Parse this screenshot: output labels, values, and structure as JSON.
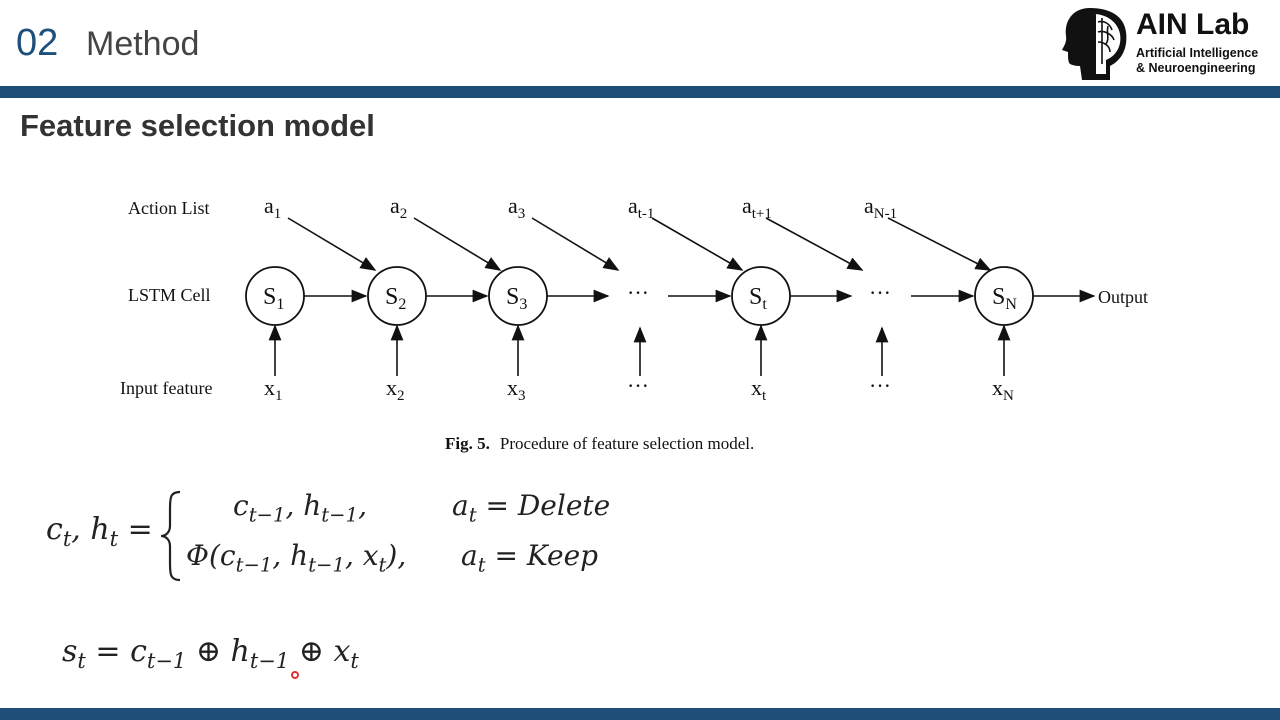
{
  "header": {
    "number": "02",
    "title": "Method"
  },
  "logo": {
    "name": "AIN Lab",
    "line1": "Artificial Intelligence",
    "line2": "& Neuroengineering",
    "icon": "brain-head-icon"
  },
  "subtitle": "Feature selection model",
  "diagram": {
    "row_labels": {
      "action": "Action List",
      "lstm": "LSTM Cell",
      "input": "Input feature"
    },
    "actions": [
      {
        "base": "a",
        "sub": "1"
      },
      {
        "base": "a",
        "sub": "2"
      },
      {
        "base": "a",
        "sub": "3"
      },
      {
        "base": "a",
        "sub": "t-1"
      },
      {
        "base": "a",
        "sub": "t+1"
      },
      {
        "base": "a",
        "sub": "N-1"
      }
    ],
    "cells": [
      {
        "base": "S",
        "sub": "1"
      },
      {
        "base": "S",
        "sub": "2"
      },
      {
        "base": "S",
        "sub": "3"
      },
      {
        "base": "S",
        "sub": "t"
      },
      {
        "base": "S",
        "sub": "N"
      }
    ],
    "inputs": [
      {
        "base": "x",
        "sub": "1"
      },
      {
        "base": "x",
        "sub": "2"
      },
      {
        "base": "x",
        "sub": "3"
      },
      {
        "base": "x",
        "sub": "t"
      },
      {
        "base": "x",
        "sub": "N"
      }
    ],
    "ellipsis": "···",
    "output": "Output"
  },
  "caption": {
    "label": "Fig. 5.",
    "text": "Procedure of feature selection model."
  },
  "equations": {
    "lhs": "c",
    "case1_value": "c",
    "case1_cond": "Delete",
    "case2_value": "Φ",
    "case2_cond": "Keep",
    "state": "s"
  },
  "colors": {
    "accent": "#1f4e79",
    "title": "#444444"
  }
}
